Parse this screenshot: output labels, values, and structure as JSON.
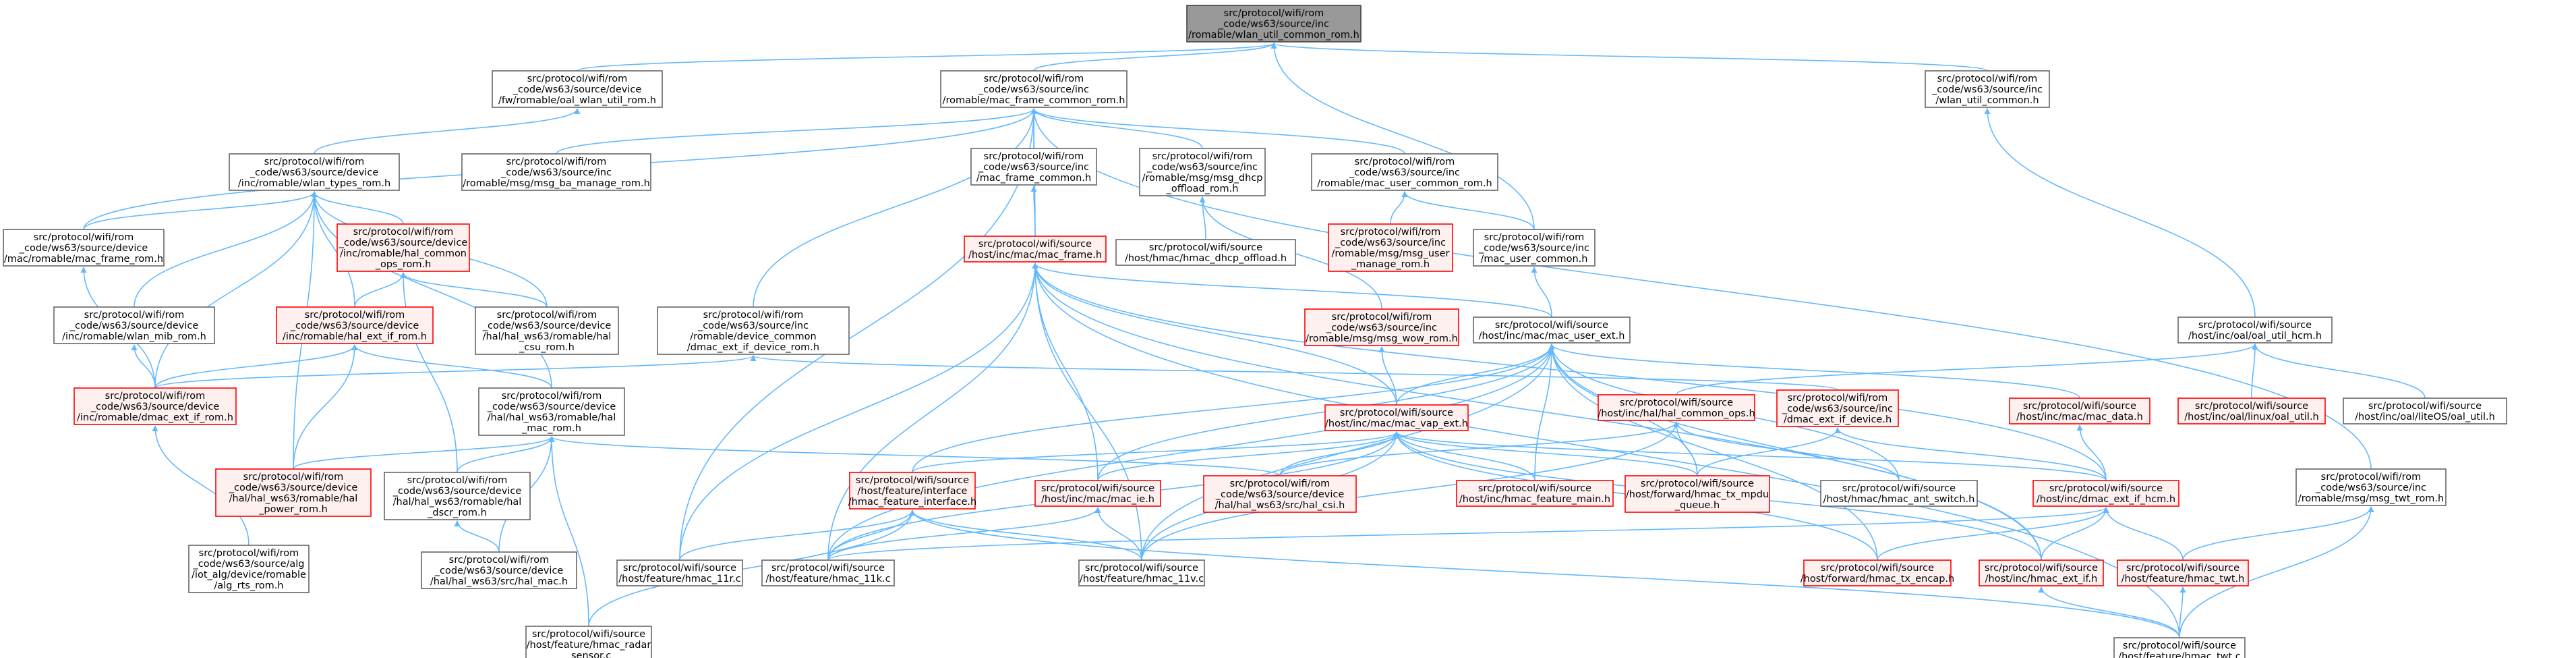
{
  "colors": {
    "edge": "#63b8ff",
    "border_default": "#666666",
    "border_highlight": "#ff0000",
    "fill_default": "#ffffff",
    "fill_highlight": "#fff0f0",
    "fill_root": "#999999",
    "border_root": "#444444",
    "text": "#000000"
  },
  "nodes": [
    {
      "id": "root",
      "style": "root",
      "lines": [
        "src/protocol/wifi/rom",
        "_code/ws63/source/inc",
        "/romable/wlan_util_common_rom.h"
      ]
    },
    {
      "id": "oal_wlan_util_rom",
      "style": "default",
      "lines": [
        "src/protocol/wifi/rom",
        "_code/ws63/source/device",
        "/fw/romable/oal_wlan_util_rom.h"
      ]
    },
    {
      "id": "mac_frame_common_rom",
      "style": "default",
      "lines": [
        "src/protocol/wifi/rom",
        "_code/ws63/source/inc",
        "/romable/mac_frame_common_rom.h"
      ]
    },
    {
      "id": "wlan_util_common",
      "style": "default",
      "lines": [
        "src/protocol/wifi/rom",
        "_code/ws63/source/inc",
        "/wlan_util_common.h"
      ]
    },
    {
      "id": "wlan_types_rom",
      "style": "default",
      "lines": [
        "src/protocol/wifi/rom",
        "_code/ws63/source/device",
        "/inc/romable/wlan_types_rom.h"
      ]
    },
    {
      "id": "msg_ba_manage_rom",
      "style": "default",
      "lines": [
        "src/protocol/wifi/rom",
        "_code/ws63/source/inc",
        "/romable/msg/msg_ba_manage_rom.h"
      ]
    },
    {
      "id": "mac_frame_common",
      "style": "default",
      "lines": [
        "src/protocol/wifi/rom",
        "_code/ws63/source/inc",
        "/mac_frame_common.h"
      ]
    },
    {
      "id": "msg_dhcp_offload_rom",
      "style": "default",
      "lines": [
        "src/protocol/wifi/rom",
        "_code/ws63/source/inc",
        "/romable/msg/msg_dhcp",
        "_offload_rom.h"
      ]
    },
    {
      "id": "mac_user_common_rom",
      "style": "default",
      "lines": [
        "src/protocol/wifi/rom",
        "_code/ws63/source/inc",
        "/romable/mac_user_common_rom.h"
      ]
    },
    {
      "id": "mac_frame_rom",
      "style": "default",
      "lines": [
        "src/protocol/wifi/rom",
        "_code/ws63/source/device",
        "/mac/romable/mac_frame_rom.h"
      ]
    },
    {
      "id": "hal_common_ops_rom",
      "style": "highlight",
      "lines": [
        "src/protocol/wifi/rom",
        "_code/ws63/source/device",
        "/inc/romable/hal_common",
        "_ops_rom.h"
      ]
    },
    {
      "id": "mac_frame_h",
      "style": "highlight",
      "lines": [
        "src/protocol/wifi/source",
        "/host/inc/mac/mac_frame.h"
      ]
    },
    {
      "id": "hmac_dhcp_offload",
      "style": "default",
      "lines": [
        "src/protocol/wifi/source",
        "/host/hmac/hmac_dhcp_offload.h"
      ]
    },
    {
      "id": "msg_user_manage_rom",
      "style": "highlight",
      "lines": [
        "src/protocol/wifi/rom",
        "_code/ws63/source/inc",
        "/romable/msg/msg_user",
        "_manage_rom.h"
      ]
    },
    {
      "id": "mac_user_common",
      "style": "default",
      "lines": [
        "src/protocol/wifi/rom",
        "_code/ws63/source/inc",
        "/mac_user_common.h"
      ]
    },
    {
      "id": "wlan_mib_rom",
      "style": "default",
      "lines": [
        "src/protocol/wifi/rom",
        "_code/ws63/source/device",
        "/inc/romable/wlan_mib_rom.h"
      ]
    },
    {
      "id": "hal_ext_if_rom",
      "style": "highlight",
      "lines": [
        "src/protocol/wifi/rom",
        "_code/ws63/source/device",
        "/inc/romable/hal_ext_if_rom.h"
      ]
    },
    {
      "id": "hal_csu_rom",
      "style": "default",
      "lines": [
        "src/protocol/wifi/rom",
        "_code/ws63/source/device",
        "/hal/hal_ws63/romable/hal",
        "_csu_rom.h"
      ]
    },
    {
      "id": "dmac_ext_if_device_rom",
      "style": "default",
      "lines": [
        "src/protocol/wifi/rom",
        "_code/ws63/source/inc",
        "/romable/device_common",
        "/dmac_ext_if_device_rom.h"
      ]
    },
    {
      "id": "msg_wow_rom",
      "style": "highlight",
      "lines": [
        "src/protocol/wifi/rom",
        "_code/ws63/source/inc",
        "/romable/msg/msg_wow_rom.h"
      ]
    },
    {
      "id": "mac_user_ext",
      "style": "default",
      "lines": [
        "src/protocol/wifi/source",
        "/host/inc/mac/mac_user_ext.h"
      ]
    },
    {
      "id": "oal_util_hcm",
      "style": "default",
      "lines": [
        "src/protocol/wifi/source",
        "/host/inc/oal/oal_util_hcm.h"
      ]
    },
    {
      "id": "dmac_ext_if_rom",
      "style": "highlight",
      "lines": [
        "src/protocol/wifi/rom",
        "_code/ws63/source/device",
        "/inc/romable/dmac_ext_if_rom.h"
      ]
    },
    {
      "id": "hal_mac_rom",
      "style": "default",
      "lines": [
        "src/protocol/wifi/rom",
        "_code/ws63/source/device",
        "/hal/hal_ws63/romable/hal",
        "_mac_rom.h"
      ]
    },
    {
      "id": "hal_common_ops",
      "style": "highlight",
      "lines": [
        "src/protocol/wifi/source",
        "/host/inc/hal/hal_common_ops.h"
      ]
    },
    {
      "id": "dmac_ext_if_device",
      "style": "highlight",
      "lines": [
        "src/protocol/wifi/rom",
        "_code/ws63/source/inc",
        "/dmac_ext_if_device.h"
      ]
    },
    {
      "id": "mac_data",
      "style": "highlight",
      "lines": [
        "src/protocol/wifi/source",
        "/host/inc/mac/mac_data.h"
      ]
    },
    {
      "id": "linux_oal_util",
      "style": "highlight",
      "lines": [
        "src/protocol/wifi/source",
        "/host/inc/oal/linux/oal_util.h"
      ]
    },
    {
      "id": "liteos_oal_util",
      "style": "default",
      "lines": [
        "src/protocol/wifi/source",
        "/host/inc/oal/liteOS/oal_util.h"
      ]
    },
    {
      "id": "mac_vap_ext",
      "style": "highlight",
      "lines": [
        "src/protocol/wifi/source",
        "/host/inc/mac/mac_vap_ext.h"
      ]
    },
    {
      "id": "hal_power_rom",
      "style": "highlight",
      "lines": [
        "src/protocol/wifi/rom",
        "_code/ws63/source/device",
        "/hal/hal_ws63/romable/hal",
        "_power_rom.h"
      ]
    },
    {
      "id": "hal_dscr_rom",
      "style": "default",
      "lines": [
        "src/protocol/wifi/rom",
        "_code/ws63/source/device",
        "/hal/hal_ws63/romable/hal",
        "_dscr_rom.h"
      ]
    },
    {
      "id": "hmac_feature_interface",
      "style": "highlight",
      "lines": [
        "src/protocol/wifi/source",
        "/host/feature/interface",
        "/hmac_feature_interface.h"
      ]
    },
    {
      "id": "mac_ie",
      "style": "highlight",
      "lines": [
        "src/protocol/wifi/source",
        "/host/inc/mac/mac_ie.h"
      ]
    },
    {
      "id": "hal_csi",
      "style": "highlight",
      "lines": [
        "src/protocol/wifi/rom",
        "_code/ws63/source/device",
        "/hal/hal_ws63/src/hal_csi.h"
      ]
    },
    {
      "id": "hmac_feature_main",
      "style": "highlight",
      "lines": [
        "src/protocol/wifi/source",
        "/host/inc/hmac_feature_main.h"
      ]
    },
    {
      "id": "hmac_tx_mpdu_queue",
      "style": "highlight",
      "lines": [
        "src/protocol/wifi/source",
        "/host/forward/hmac_tx_mpdu",
        "_queue.h"
      ]
    },
    {
      "id": "hmac_ant_switch",
      "style": "default",
      "lines": [
        "src/protocol/wifi/source",
        "/host/hmac/hmac_ant_switch.h"
      ]
    },
    {
      "id": "dmac_ext_if_hcm",
      "style": "highlight",
      "lines": [
        "src/protocol/wifi/source",
        "/host/inc/dmac_ext_if_hcm.h"
      ]
    },
    {
      "id": "msg_twt_rom",
      "style": "default",
      "lines": [
        "src/protocol/wifi/rom",
        "_code/ws63/source/inc",
        "/romable/msg/msg_twt_rom.h"
      ]
    },
    {
      "id": "alg_rts_rom",
      "style": "default",
      "lines": [
        "src/protocol/wifi/rom",
        "_code/ws63/source/alg",
        "/iot_alg/device/romable",
        "/alg_rts_rom.h"
      ]
    },
    {
      "id": "hal_mac_h",
      "style": "default",
      "lines": [
        "src/protocol/wifi/rom",
        "_code/ws63/source/device",
        "/hal/hal_ws63/src/hal_mac.h"
      ]
    },
    {
      "id": "hmac_11r",
      "style": "default",
      "lines": [
        "src/protocol/wifi/source",
        "/host/feature/hmac_11r.c"
      ]
    },
    {
      "id": "hmac_11k",
      "style": "default",
      "lines": [
        "src/protocol/wifi/source",
        "/host/feature/hmac_11k.c"
      ]
    },
    {
      "id": "hmac_11v",
      "style": "default",
      "lines": [
        "src/protocol/wifi/source",
        "/host/feature/hmac_11v.c"
      ]
    },
    {
      "id": "hmac_tx_encap",
      "style": "highlight",
      "lines": [
        "src/protocol/wifi/source",
        "/host/forward/hmac_tx_encap.h"
      ]
    },
    {
      "id": "hmac_ext_if",
      "style": "highlight",
      "lines": [
        "src/protocol/wifi/source",
        "/host/inc/hmac_ext_if.h"
      ]
    },
    {
      "id": "hmac_twt_h",
      "style": "highlight",
      "lines": [
        "src/protocol/wifi/source",
        "/host/feature/hmac_twt.h"
      ]
    },
    {
      "id": "hmac_radar_sensor",
      "style": "default",
      "lines": [
        "src/protocol/wifi/source",
        "/host/feature/hmac_radar",
        "_sensor.c"
      ]
    },
    {
      "id": "hmac_twt_c",
      "style": "default",
      "lines": [
        "src/protocol/wifi/source",
        "/host/feature/hmac_twt.c"
      ]
    }
  ]
}
